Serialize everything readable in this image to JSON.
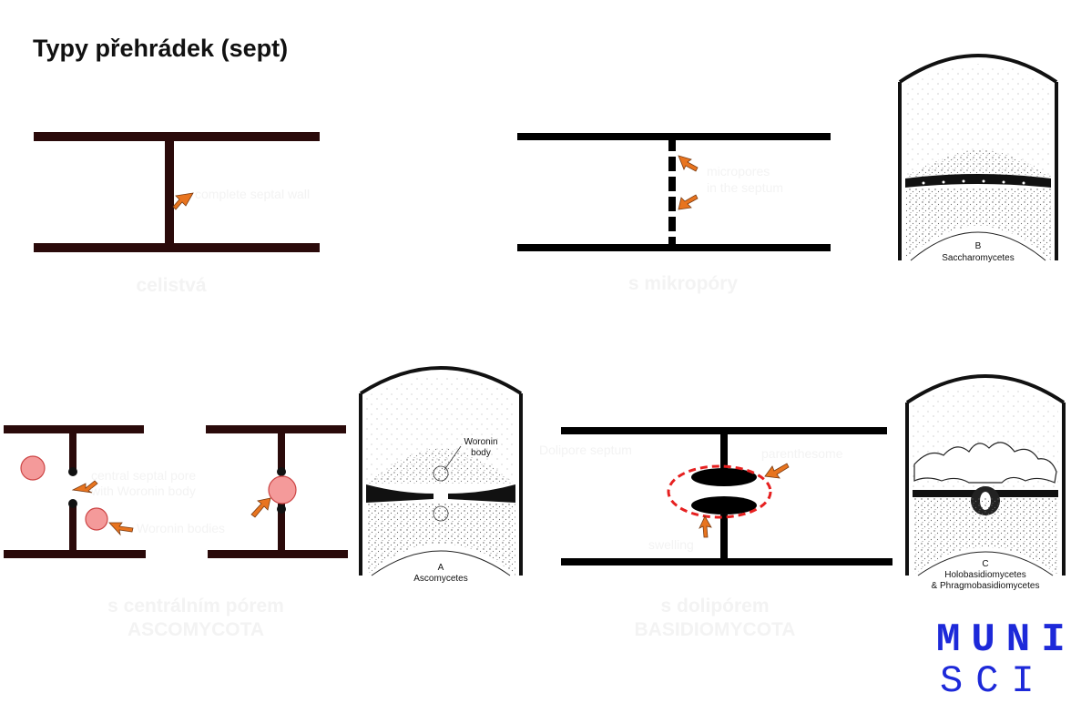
{
  "title": "Typy přehrádek (sept)",
  "diagrams": {
    "complete": {
      "caption": "celistvá",
      "annotation": "complete septal wall"
    },
    "micropores": {
      "caption": "s mikropóry",
      "annotation_line1": "micropores",
      "annotation_line2": "in the septum"
    },
    "central_pore": {
      "caption_line1": "s centrálním pórem",
      "caption_line2": "ASCOMYCOTA",
      "annotation_pore_line1": "central septal pore",
      "annotation_pore_line2": "with Woronin body",
      "annotation_woronin": "Woronin bodies",
      "color_woronin": "#f49a9a"
    },
    "dolipore": {
      "caption_line1": "s dolipórem",
      "caption_line2": "BASIDIOMYCOTA",
      "annotation_septum": "Dolipore septum",
      "annotation_parenthesome": "parenthesome",
      "annotation_swelling": "swelling",
      "color_highlight": "#e62020"
    }
  },
  "panels": {
    "saccharomycetes": {
      "letter": "B",
      "label": "Saccharomycetes"
    },
    "ascomycetes": {
      "letter": "A",
      "label": "Ascomycetes",
      "woronin_label_line1": "Woronin",
      "woronin_label_line2": "body"
    },
    "basidiomycetes": {
      "letter": "C",
      "label_line1": "Holobasidiomycetes",
      "label_line2": "& Phragmobasidiomycetes"
    }
  },
  "colors": {
    "septum_dark": "#2a0a0a",
    "arrow": "#e8741f",
    "logo": "#1d29d9"
  },
  "logo": {
    "line1": "MUNI",
    "line2": "SCI"
  }
}
